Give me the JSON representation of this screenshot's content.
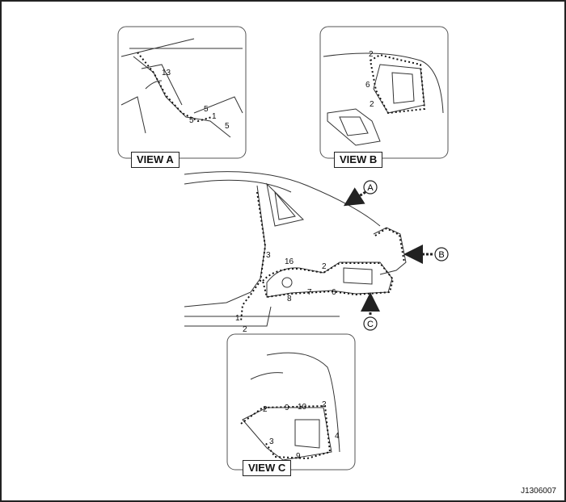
{
  "views": {
    "a": {
      "label": "VIEW A"
    },
    "b": {
      "label": "VIEW B"
    },
    "c": {
      "label": "VIEW C"
    }
  },
  "arrows": {
    "a": "A",
    "b": "B",
    "c": "C"
  },
  "callouts": {
    "view_a": [
      "13",
      "5",
      "1",
      "5",
      "5"
    ],
    "view_b": [
      "2",
      "6",
      "2"
    ],
    "main": [
      "3",
      "16",
      "2",
      "8",
      "7",
      "6",
      "1",
      "2"
    ],
    "view_c": [
      "2",
      "9",
      "10",
      "2",
      "3",
      "4",
      "9"
    ]
  },
  "figure_id": "J1306007"
}
